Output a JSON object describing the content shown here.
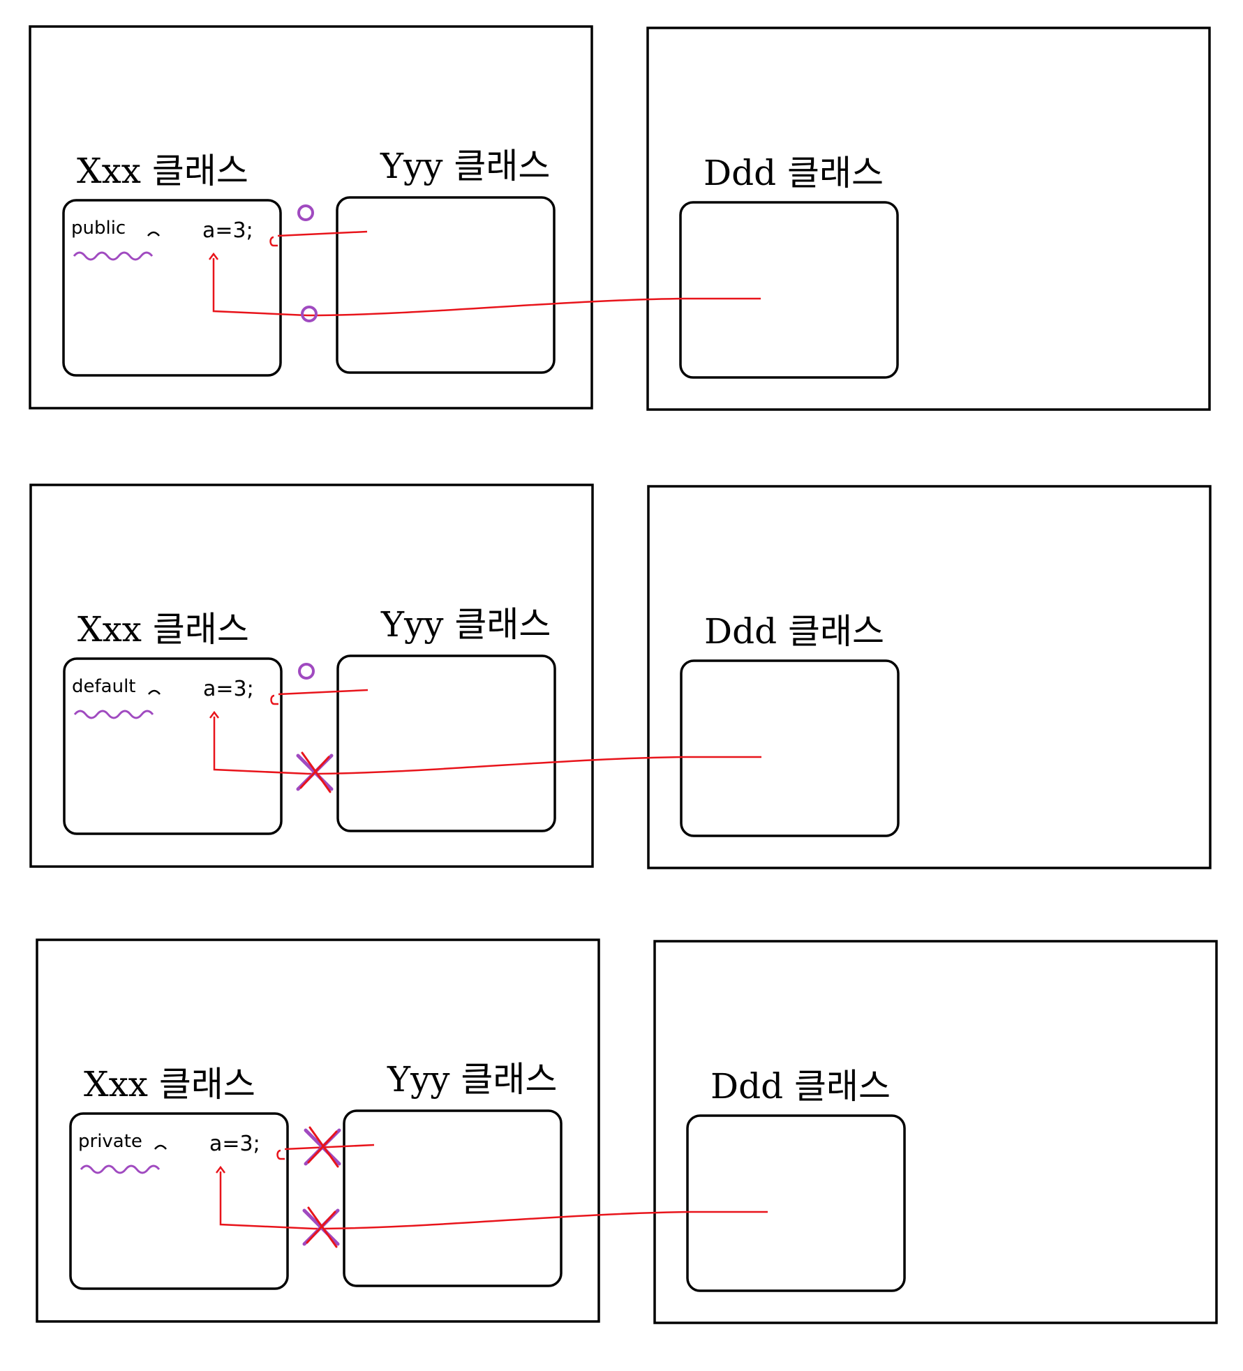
{
  "colors": {
    "ink": "#000000",
    "access_line": "#e8141b",
    "mark": "#a04ac0"
  },
  "scenarios": [
    {
      "modifier": "public",
      "field": "a=3;",
      "package_left": [
        "Xxx 클래스",
        "Yyy 클래스"
      ],
      "package_right": [
        "Ddd 클래스"
      ],
      "same_package_access": "o",
      "other_package_access": "o"
    },
    {
      "modifier": "default",
      "field": "a=3;",
      "package_left": [
        "Xxx 클래스",
        "Yyy 클래스"
      ],
      "package_right": [
        "Ddd 클래스"
      ],
      "same_package_access": "o",
      "other_package_access": "x"
    },
    {
      "modifier": "private",
      "field": "a=3;",
      "package_left": [
        "Xxx 클래스",
        "Yyy 클래스"
      ],
      "package_right": [
        "Ddd 클래스"
      ],
      "same_package_access": "x",
      "other_package_access": "x"
    }
  ]
}
